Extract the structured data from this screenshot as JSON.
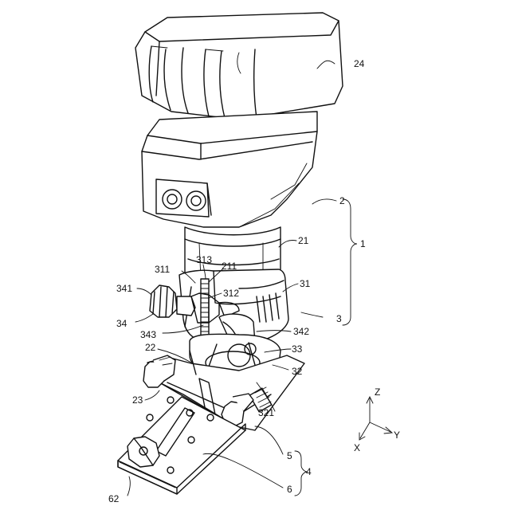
{
  "labels": {
    "l24": "24",
    "l2": "2",
    "l1": "1",
    "l21": "21",
    "l311": "311",
    "l313": "313",
    "l211": "211",
    "l31": "31",
    "l341": "341",
    "l312": "312",
    "l34": "34",
    "l3": "3",
    "l343": "343",
    "l342": "342",
    "l22": "22",
    "l33": "33",
    "l32": "32",
    "l23": "23",
    "l321": "321",
    "l5": "5",
    "l4": "4",
    "l6": "6",
    "l62": "62"
  },
  "axes": {
    "z": "Z",
    "y": "Y",
    "x": "X"
  }
}
